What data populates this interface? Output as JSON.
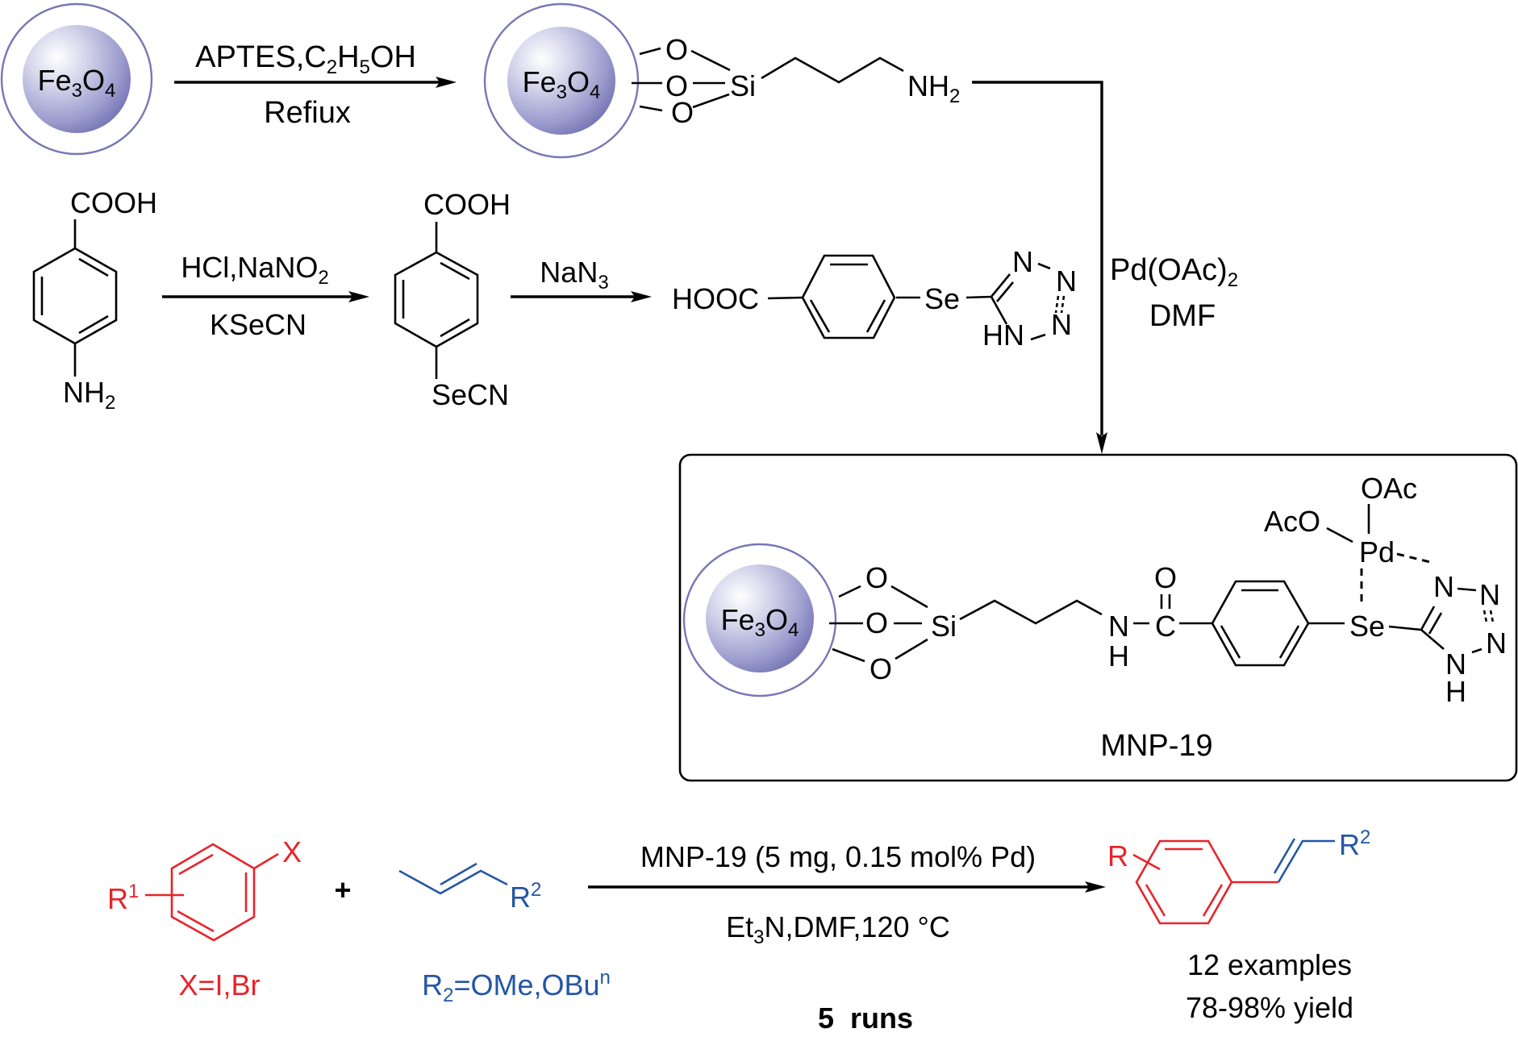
{
  "colors": {
    "reactant_aryl": "#e8242a",
    "reactant_alkene": "#2456a6",
    "nanoparticle_ring": "#7777b5",
    "nanoparticle_core": "#8a8ac4"
  },
  "nanoparticle": {
    "base": "Fe",
    "sub1": "3",
    "mid": "O",
    "sub2": "4"
  },
  "step1": {
    "reagents_above": {
      "a": "APTES,C",
      "s1": "2",
      "b": "H",
      "s2": "5",
      "c": "OH"
    },
    "reagents_below": "Refiux",
    "product": {
      "o": "O",
      "si": "Si",
      "amine": "NH",
      "amine_sub": "2"
    }
  },
  "step2": {
    "start_top": "COOH",
    "start_bottom": {
      "main": "NH",
      "sub": "2"
    },
    "reagents_above": {
      "main": "HCl,NaNO",
      "sub": "2"
    },
    "reagents_below": "KSeCN",
    "product_top": "COOH",
    "product_bottom": "SeCN"
  },
  "step3": {
    "reagent": {
      "main": "NaN",
      "sub": "3"
    },
    "product": {
      "acid": "HOOC",
      "se": "Se",
      "n": "N",
      "hn": "HN"
    }
  },
  "coupling": {
    "reagent_line1": {
      "main": "Pd(OAc)",
      "sub": "2"
    },
    "reagent_line2": "DMF"
  },
  "catalyst": {
    "name": "MNP-19",
    "o": "O",
    "si": "Si",
    "n": "N",
    "h": "H",
    "c": "C",
    "se": "Se",
    "pd": "Pd",
    "oac": "OAc",
    "aco": "AcO"
  },
  "heck": {
    "aryl_halide": {
      "x": "X",
      "r": "R",
      "r_sup": "1",
      "label": "X=I,Br"
    },
    "plus": "+",
    "alkene": {
      "r": "R",
      "r_sup": "2",
      "label_a": "R",
      "label_sub": "2",
      "label_b": "=OMe,OBu",
      "label_sup": "n"
    },
    "conditions_above": "MNP-19 (5 mg, 0.15 mol% Pd)",
    "conditions_below": {
      "a": "Et",
      "sub": "3",
      "b": "N,DMF,120 °C"
    },
    "runs": "5  runs",
    "product": {
      "r": "R",
      "r2": "R",
      "r2_sup": "2"
    },
    "examples": "12 examples",
    "yield": "78-98% yield"
  }
}
